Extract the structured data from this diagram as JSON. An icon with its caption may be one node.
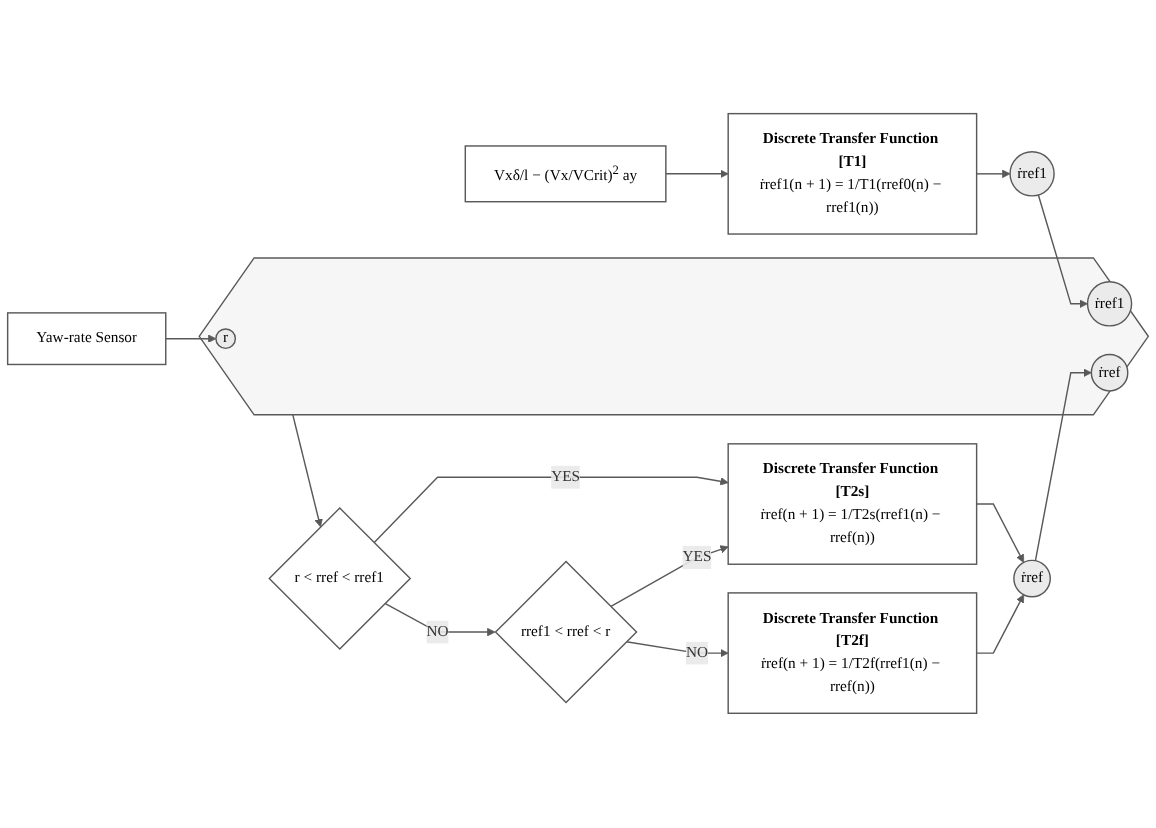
{
  "diagram": {
    "nodes": [
      {
        "text": [
          "Vxδ/l − (Vx/VCrit)$^{2}$ ay"
        ]
      },
      {
        "text": [
          "Discrete Transfer Function [T1]",
          "ṙref1(n + 1) = 1/T1(rref0(n) − rref1(n))"
        ]
      },
      {
        "text": [
          "ṙref1"
        ]
      },
      {
        "text": [
          "Yaw-rate Sensor"
        ]
      },
      {
        "text": [],
        "shape": "hexagon"
      },
      {
        "text": [
          "r"
        ],
        "in": 4
      },
      {
        "text": [
          "ṙref1"
        ],
        "in": 4
      },
      {
        "text": [
          "ṙref"
        ],
        "in": 4
      },
      {
        "text": [
          "r < rref < rref1"
        ]
      },
      {
        "text": [
          "rref1 < rref < r"
        ]
      },
      {
        "text": [
          "Discrete Transfer Function [T2s]",
          "ṙref(n + 1) = 1/T2s(rref1(n) − rref(n))"
        ]
      },
      {
        "text": [
          "Discrete Transfer Function [T2f]",
          "ṙref(n + 1) = 1/T2f(rref1(n) − rref(n))"
        ]
      },
      {
        "text": [
          "ṙref"
        ]
      }
    ],
    "edges": [
      {
        "from": 0,
        "to": 1,
        "arrow": "to"
      },
      {
        "from": 1,
        "to": 2,
        "arrow": "to"
      },
      {
        "from": 2,
        "to": 6,
        "arrow": "to"
      },
      {
        "from": 3,
        "to": 5,
        "arrow": "to"
      },
      {
        "from": 12,
        "to": 7,
        "arrow": "to"
      },
      {
        "from": 4,
        "to": 8,
        "arrow": "to"
      },
      {
        "from": 8,
        "to": 10,
        "label": "YES",
        "arrow": "to"
      },
      {
        "from": 8,
        "to": 9,
        "label": "NO",
        "arrow": "to"
      },
      {
        "from": 9,
        "to": 10,
        "label": "YES",
        "arrow": "to"
      },
      {
        "from": 9,
        "to": 11,
        "label": "NO",
        "arrow": "to"
      },
      {
        "from": 10,
        "to": 12,
        "arrow": "to"
      },
      {
        "from": 11,
        "to": 12,
        "arrow": "to"
      }
    ]
  }
}
